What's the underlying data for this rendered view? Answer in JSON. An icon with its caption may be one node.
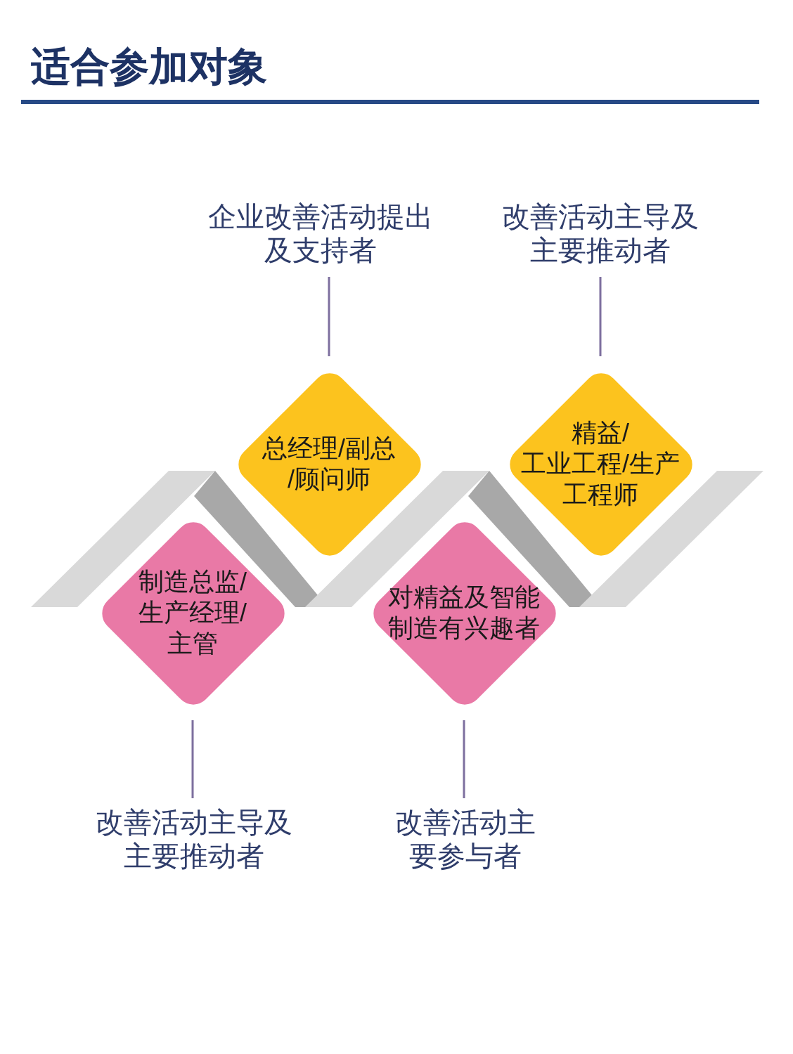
{
  "diagram": {
    "title": "适合参加对象",
    "nodes": [
      {
        "text": [
          "企业改善活动提出及支持者"
        ]
      },
      {
        "text": [
          "改善活动主导及主要推动者"
        ]
      },
      {
        "text": [
          "总经理/副总/顾问师"
        ]
      },
      {
        "text": [
          "精益/工业工程/生产工程师"
        ]
      },
      {
        "text": [
          "制造总监/生产经理/主管"
        ]
      },
      {
        "text": [
          "对精益及智能制造有兴趣者"
        ]
      },
      {
        "text": [
          "改善活动主导及主要推动者"
        ]
      },
      {
        "text": [
          "改善活动主要参与者"
        ]
      }
    ],
    "edges": [
      {
        "from": 0,
        "to": 2,
        "arrow": "none"
      },
      {
        "from": 1,
        "to": 3,
        "arrow": "none"
      },
      {
        "from": 6,
        "to": 4,
        "arrow": "none"
      },
      {
        "from": 7,
        "to": 5,
        "arrow": "none"
      }
    ]
  }
}
